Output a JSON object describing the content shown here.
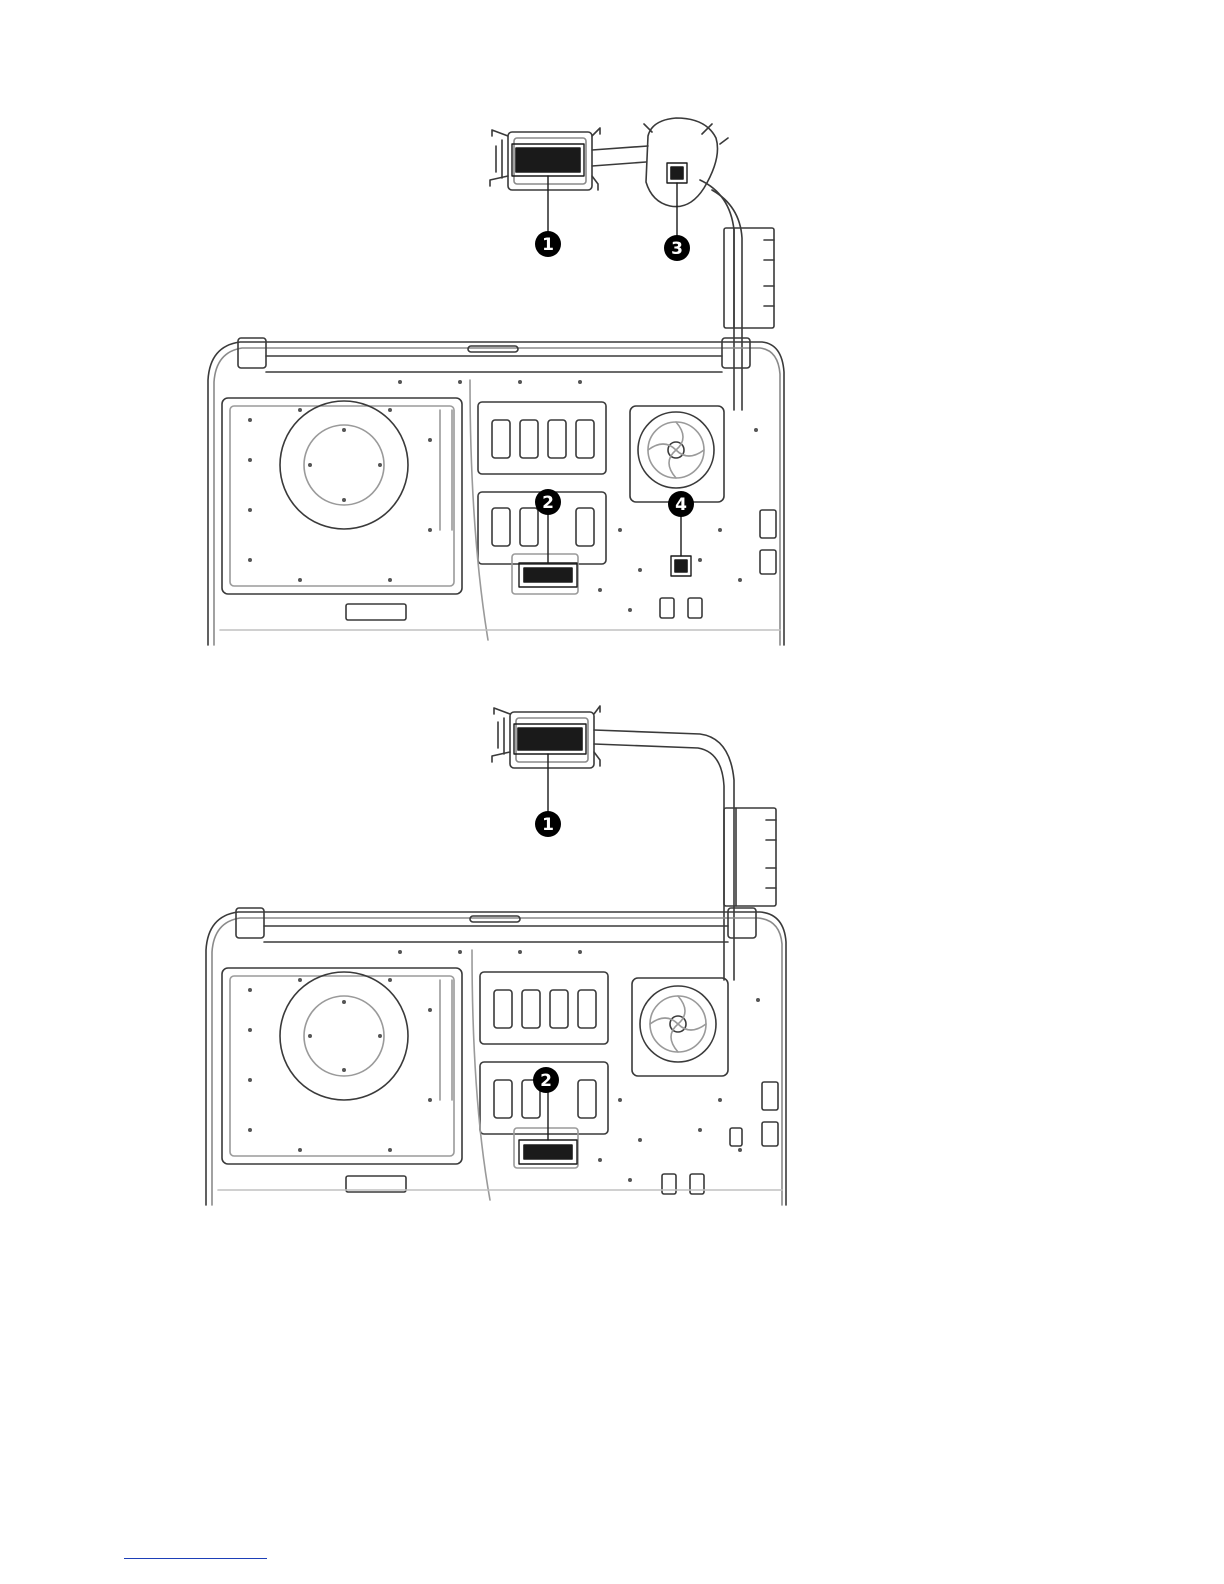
{
  "figures": [
    {
      "id": "with-cpu-fan",
      "callouts": [
        "1",
        "2",
        "3",
        "4"
      ]
    },
    {
      "id": "without-gpu-pad",
      "callouts": [
        "1",
        "2"
      ]
    }
  ],
  "colors": {
    "line": "#3a3a3a",
    "light_line": "#9a9a9a",
    "pad": "#1a1a1a",
    "callout_fill": "#000000",
    "footnote_rule": "#1d3fb8"
  }
}
